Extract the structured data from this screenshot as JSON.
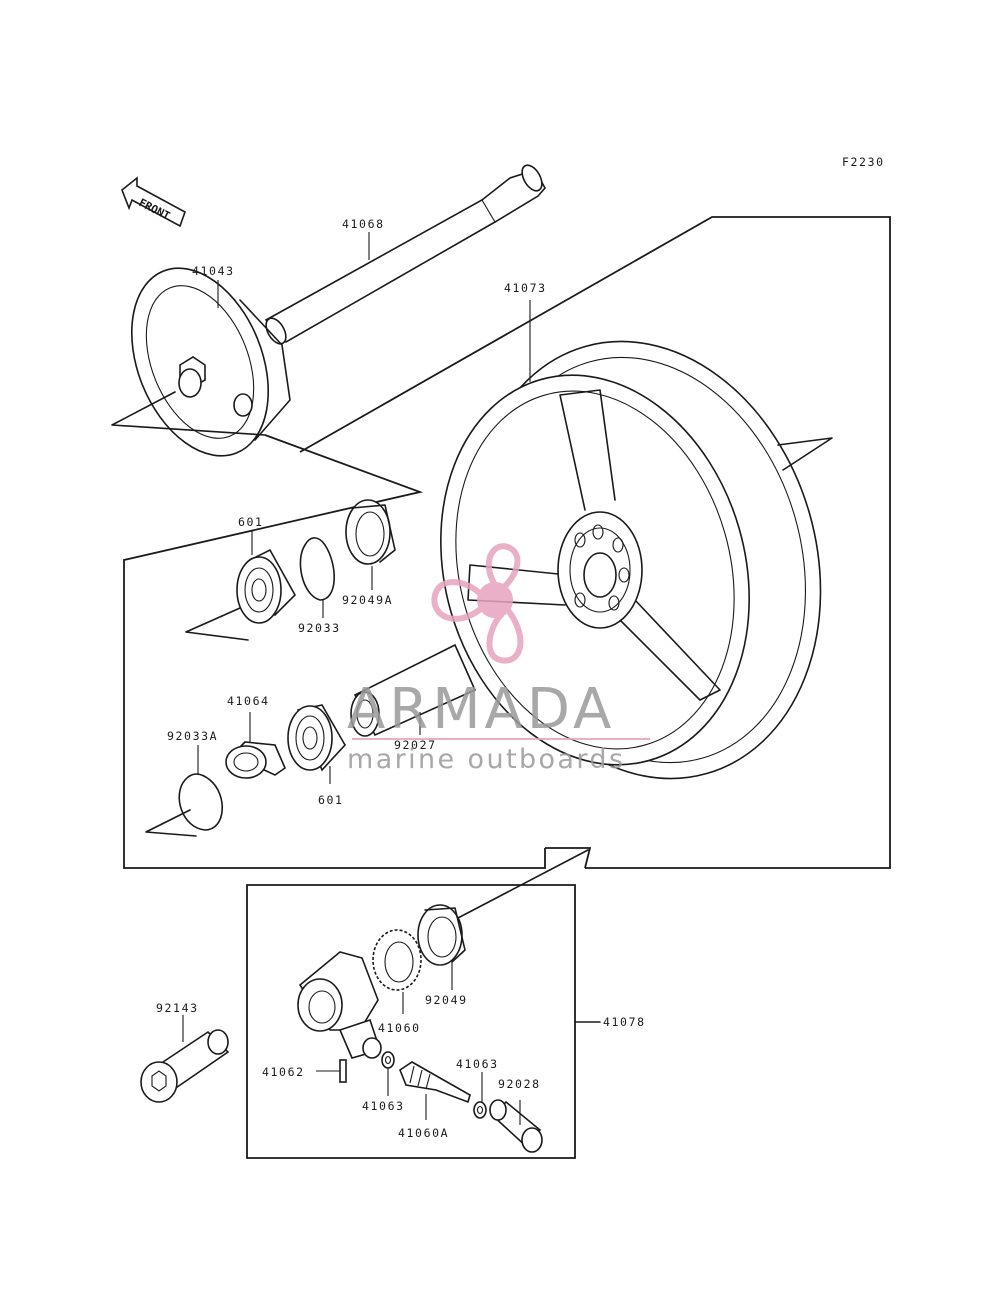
{
  "figure_code": "F2230",
  "front_label": "FRONT",
  "colors": {
    "line": "#1a1a1a",
    "watermark_pink": "#e6a3bf",
    "watermark_gray": "#9a9a9a"
  },
  "parts": {
    "p41068": "41068",
    "p41043": "41043",
    "p41073": "41073",
    "p601_top": "601",
    "p92033": "92033",
    "p92049A": "92049A",
    "p41064": "41064",
    "p92033A": "92033A",
    "p92027": "92027",
    "p601_bottom": "601",
    "p92143": "92143",
    "p92049": "92049",
    "p41060": "41060",
    "p41078": "41078",
    "p41062": "41062",
    "p41063_left": "41063",
    "p41063_right": "41063",
    "p92028": "92028",
    "p41060A": "41060A"
  },
  "watermark": {
    "brand": "ARMADA",
    "tagline": "marine outboards"
  }
}
